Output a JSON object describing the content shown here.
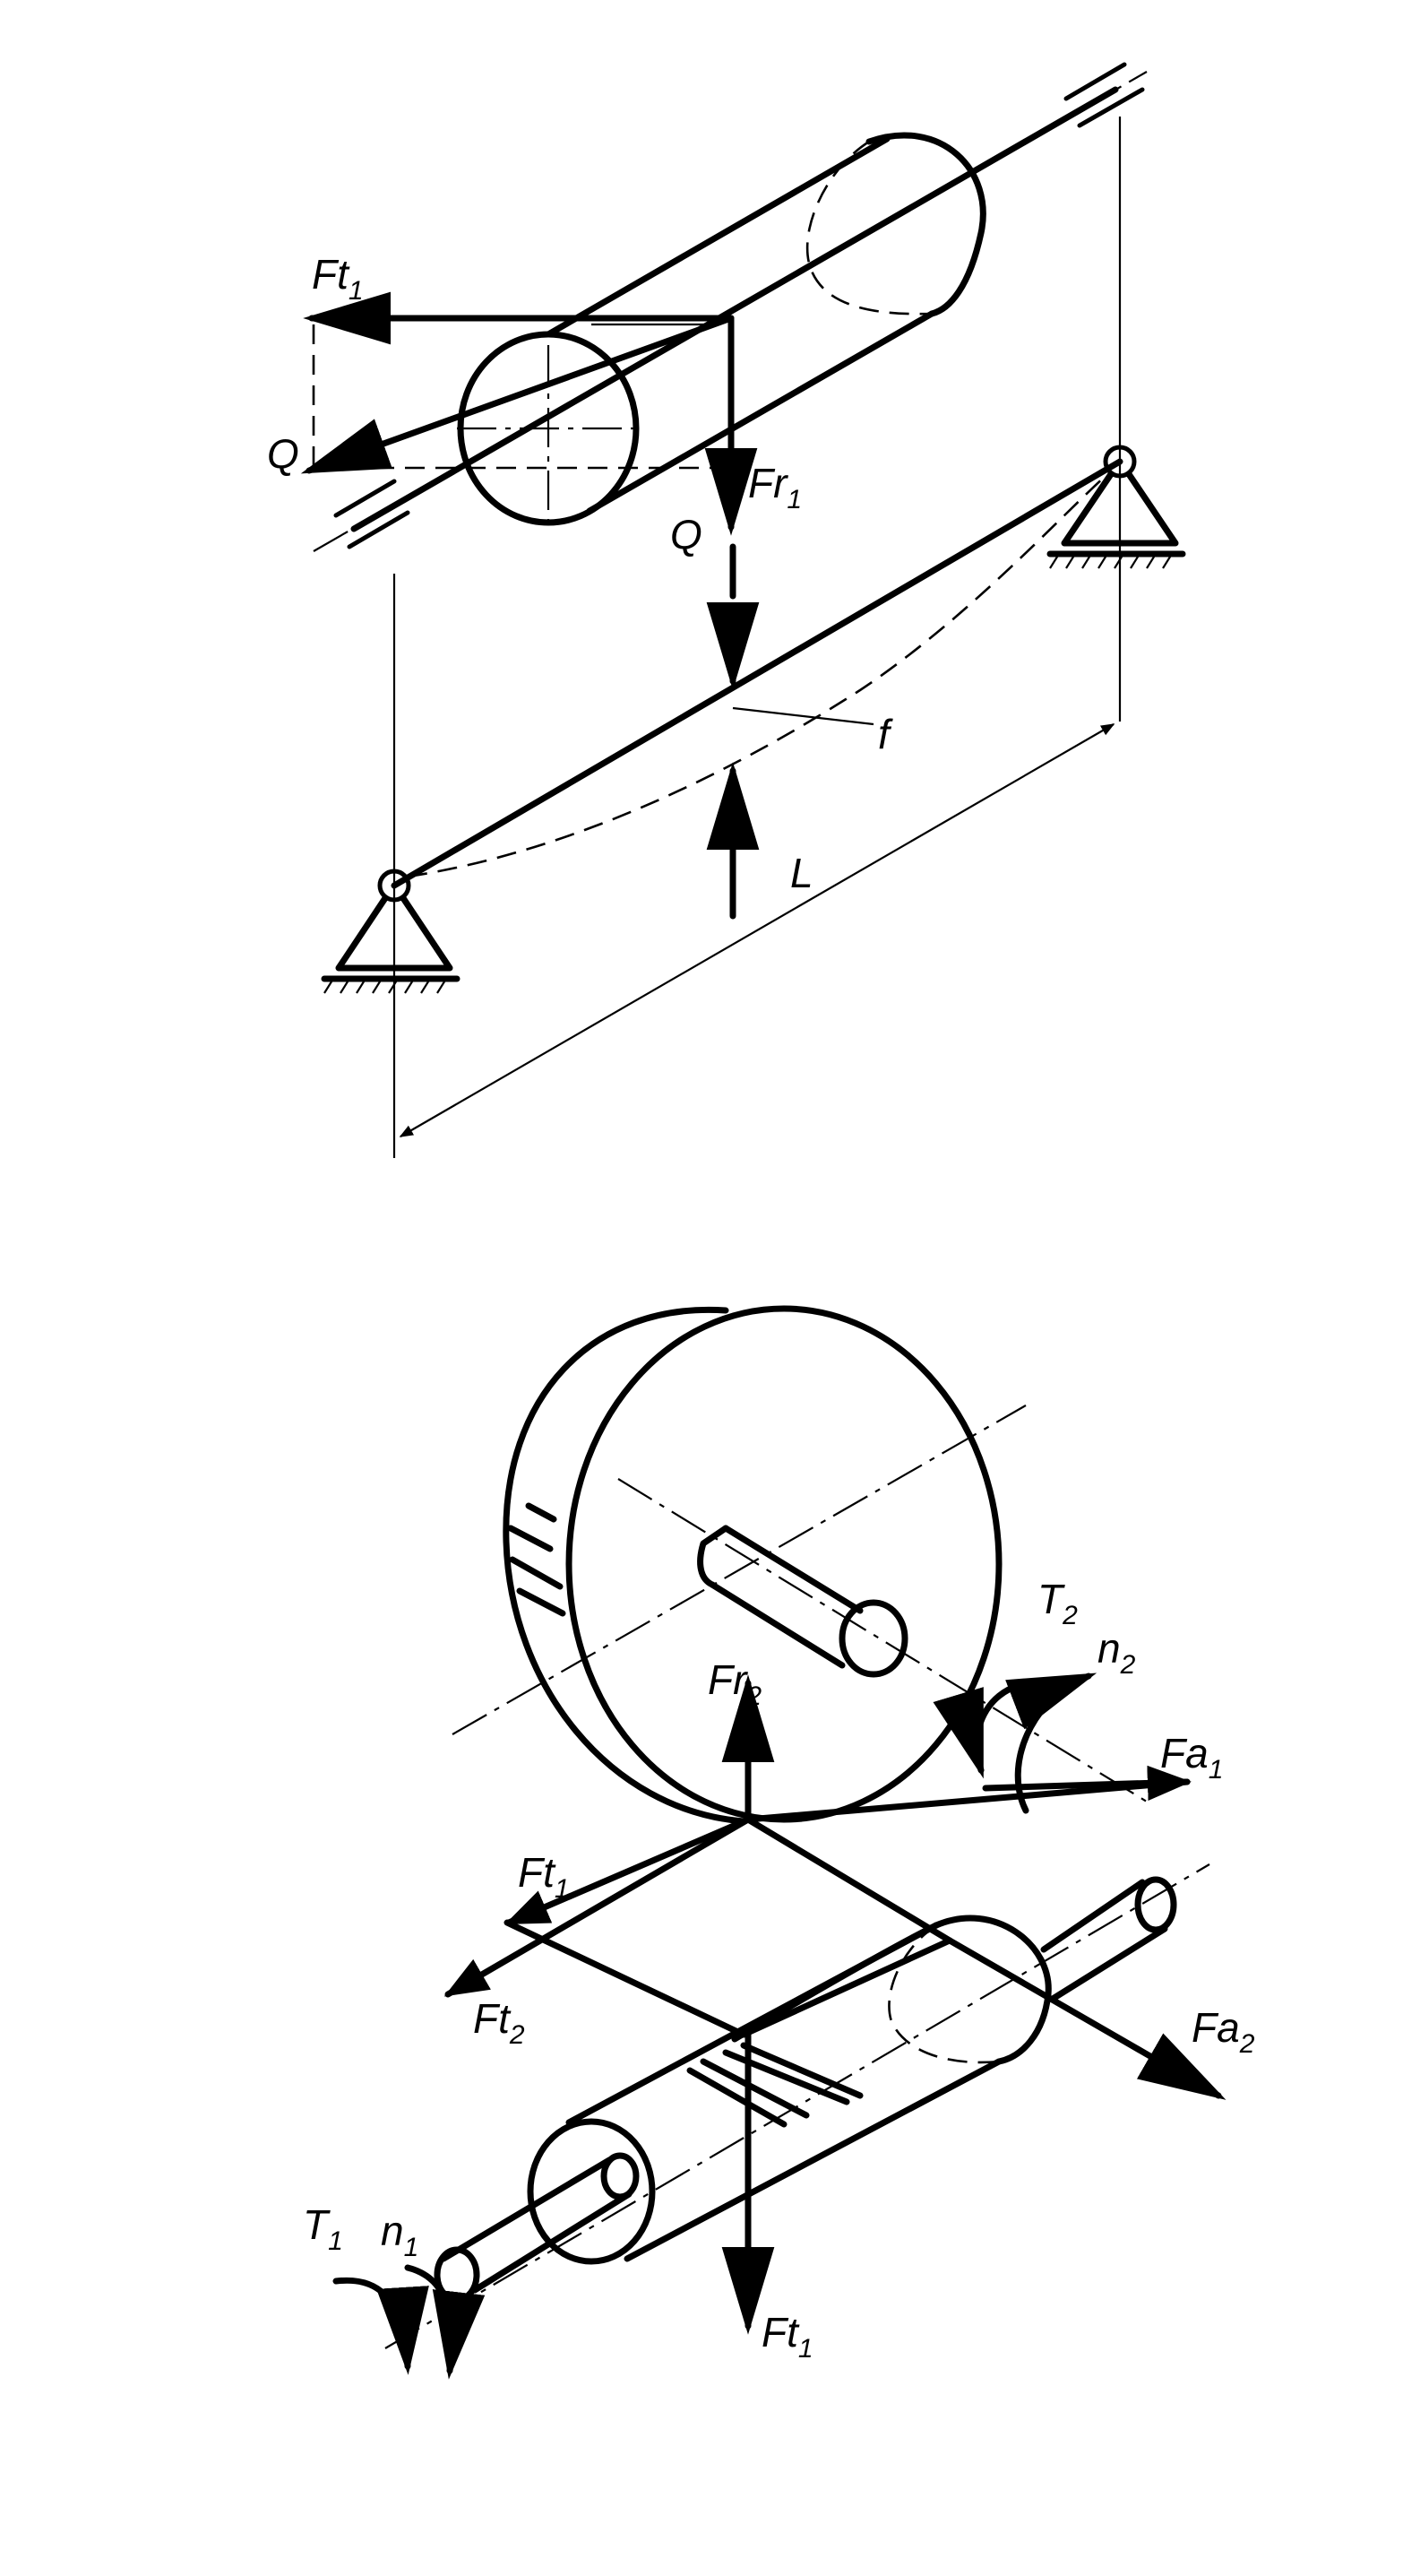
{
  "top_diagram": {
    "labels": {
      "ft": "Ft",
      "ft_sub": "1",
      "q_left": "Q",
      "fr": "Fr",
      "fr_sub": "1",
      "q_vertical": "Q",
      "f": "f",
      "l": "L"
    }
  },
  "bottom_diagram": {
    "labels": {
      "fr2": "Fr",
      "fr2_sub": "2",
      "t2": "T",
      "t2_sub": "2",
      "n2": "n",
      "n2_sub": "2",
      "fa1": "Fa",
      "fa1_sub": "1",
      "ft1_upper": "Ft",
      "ft1_upper_sub": "1",
      "ft2": "Ft",
      "ft2_sub": "2",
      "fa2": "Fa",
      "fa2_sub": "2",
      "t1": "T",
      "t1_sub": "1",
      "n1": "n",
      "n1_sub": "1",
      "ft1_lower": "Ft",
      "ft1_lower_sub": "1"
    }
  }
}
